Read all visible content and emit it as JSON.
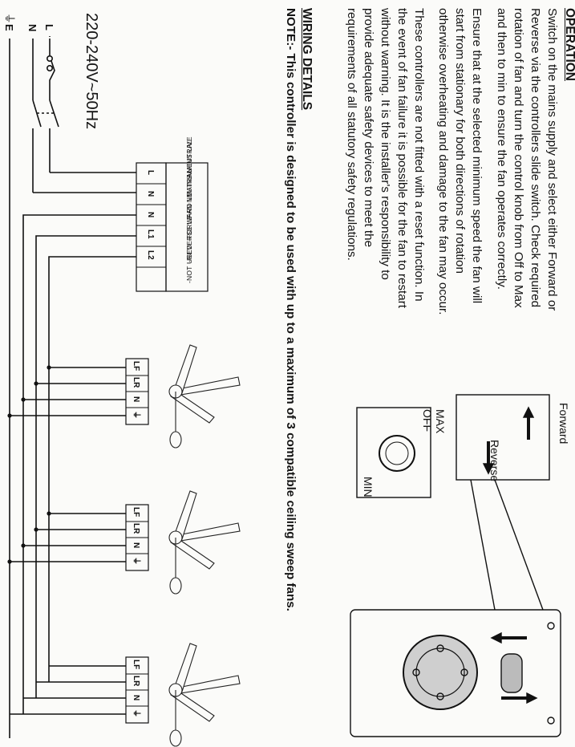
{
  "operation": {
    "heading": "OPERATION",
    "para1": [
      "Switch on the mains supply and select either Forward or",
      "Reverse via the controllers slide switch.  Check required",
      "rotation of fan and turn the control knob from Off to Max",
      "and then to min to ensure the fan operates correctly."
    ],
    "para2": [
      "Ensure that at the selected minimum speed the fan will",
      "start from stationary for both directions of rotation",
      "otherwise overheating and damage to the fan may occur."
    ],
    "para3": [
      "These controllers are not fitted with a reset function.  In",
      "the event of fan failure it is possible for the fan to restart",
      "without warning.  It is the installer's responsibility to",
      "provide adequate safety devices to meet the",
      "requirements of all statutory safety regulations."
    ]
  },
  "wiring": {
    "heading": "WIRING DETAILS",
    "note": "NOTE:- This controller is designed to be used with up to a maximum of 3 compatible ceiling sweep fans.",
    "voltage": "220-240V~50Hz",
    "supply_labels": {
      "live": "L",
      "neutral": "N",
      "earth": "E"
    },
    "controller_terminals": [
      {
        "code": "L",
        "function": "-MAINS LIVE"
      },
      {
        "code": "N",
        "function": "-MAINS NEUTRAL"
      },
      {
        "code": "N",
        "function": "-FAN NEUTRAL"
      },
      {
        "code": "L1",
        "function": "-FORWARD L1"
      },
      {
        "code": "L2",
        "function": "-REVERSE L2"
      },
      {
        "code": "",
        "function": "-NOT USED"
      }
    ],
    "fan_terminals": [
      "LF",
      "LR",
      "N",
      "⏚"
    ]
  },
  "control": {
    "forward": "Forward",
    "reverse": "Reverse",
    "max": "MAX",
    "off": "OFF",
    "min": "MIN"
  }
}
